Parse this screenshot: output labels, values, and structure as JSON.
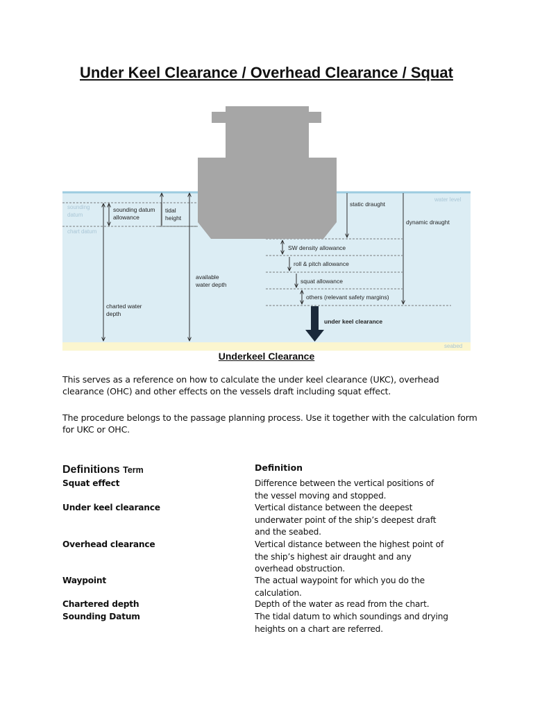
{
  "title": "Under Keel Clearance / Overhead Clearance / Squat",
  "diagram": {
    "labels": {
      "water_level": "water level",
      "sounding_datum_1": "sounding",
      "sounding_datum_2": "datum",
      "chart_datum": "chart datum",
      "sounding_datum_allowance_1": "sounding datum",
      "sounding_datum_allowance_2": "allowance",
      "tidal_height_1": "tidal",
      "tidal_height_2": "height",
      "charted_water_depth_1": "charted water",
      "charted_water_depth_2": "depth",
      "available_water_depth_1": "available",
      "available_water_depth_2": "water depth",
      "static_draught": "static draught",
      "dynamic_draught": "dynamic draught",
      "sw_density_allowance": "SW density allowance",
      "roll_pitch_allowance": "roll & pitch allowance",
      "squat_allowance": "squat allowance",
      "others": "others (relevant safety margins)",
      "under_keel_clearance": "under keel clearance",
      "seabed": "seabed"
    },
    "colors": {
      "water": "#dcedf4",
      "waterline": "#9ccbe0",
      "seabed": "#fbf6cf",
      "ship": "#a6a6a6",
      "ukc_arrow": "#1b2a3a",
      "lines": "#2b2b2b"
    }
  },
  "caption": "Underkeel Clearance",
  "intro": {
    "p1": "This serves as a reference on how to calculate the under keel clearance (UKC), overhead clearance (OHC) and other effects on the vessels draft including squat effect.",
    "p2": "The procedure belongs to the passage planning process. Use it together with the calculation form for UKC or OHC."
  },
  "definitions": {
    "heading": "Definitions",
    "term_label": "Term",
    "definition_label": "Definition",
    "items": [
      {
        "term": "Squat effect",
        "definition": "Difference between the vertical positions of the vessel moving and stopped."
      },
      {
        "term": "Under keel clearance",
        "definition": "Vertical distance between the deepest underwater point of the ship’s deepest draft and the seabed."
      },
      {
        "term": "Overhead clearance",
        "definition": "Vertical distance between the highest point of the ship’s highest air draught and any overhead obstruction."
      },
      {
        "term": "Waypoint",
        "definition": "The actual waypoint for which you do the calculation."
      },
      {
        "term": "Chartered depth",
        "definition": "Depth of the water as read from the chart."
      },
      {
        "term": "Sounding Datum",
        "definition": "The tidal datum to which soundings and drying heights on a chart are referred."
      }
    ]
  }
}
